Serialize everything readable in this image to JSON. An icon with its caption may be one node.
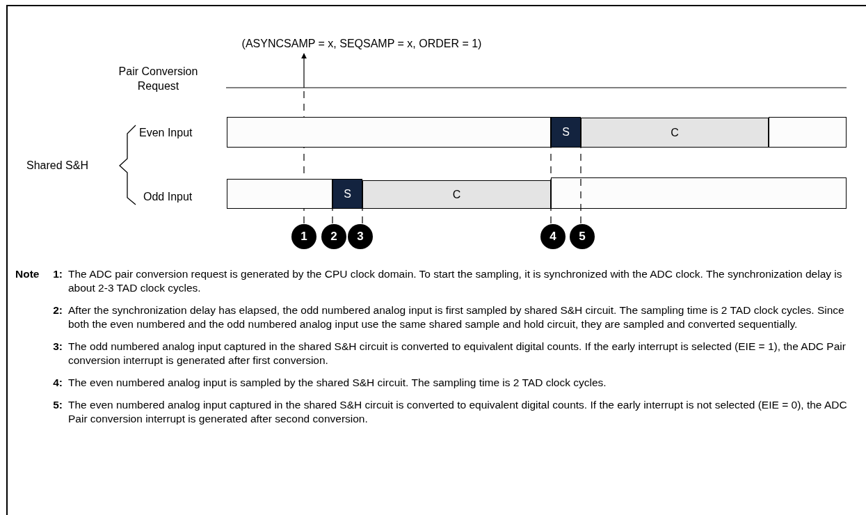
{
  "diagram": {
    "nodes": [
      {
        "text": [
          "(ASYNCSAMP = x, SEQSAMP = x, ORDER = 1)"
        ]
      },
      {
        "text": [
          "1"
        ]
      },
      {
        "text": [
          "2"
        ]
      },
      {
        "text": [
          "3"
        ]
      },
      {
        "text": [
          "4"
        ]
      },
      {
        "text": [
          "5"
        ]
      },
      {
        "text": [],
        "shape": "box"
      },
      {
        "text": [
          "S"
        ]
      },
      {
        "text": [
          "C"
        ]
      },
      {
        "text": [],
        "shape": "box"
      },
      {
        "text": [],
        "shape": "box"
      },
      {
        "text": [
          "S"
        ]
      },
      {
        "text": [
          "C"
        ]
      },
      {
        "text": [],
        "shape": "box"
      }
    ],
    "edges": [
      {
        "from": null,
        "to": 0,
        "arrow": "to"
      },
      {
        "from": 2,
        "to": 11,
        "arrow": "none",
        "style": "dashed"
      },
      {
        "from": 3,
        "to": 12,
        "arrow": "none",
        "style": "dashed"
      },
      {
        "from": 4,
        "to": 7,
        "arrow": "none",
        "style": "dashed"
      },
      {
        "from": 5,
        "to": 8,
        "arrow": "none",
        "style": "dashed"
      }
    ],
    "labels": [
      "Pair Conversion Request",
      "Even Input",
      "Shared S&H",
      "Odd Input",
      "Note",
      "1:",
      "The ADC pair conversion request is generated by the CPU clock domain. To start the sampling, it is synchronized with the ADC clock. The synchronization delay is about 2-3 TAD clock cycles.",
      "2:",
      "After the synchronization delay has elapsed, the odd numbered analog input is first sampled by shared S&H circuit. The sampling time is 2 TAD clock cycles. Since both the even numbered and the odd numbered analog input use the same shared sample and hold circuit, they are sampled and converted sequentially.",
      "3:",
      "The odd numbered analog input captured in the shared S&H circuit is converted to equivalent digital counts. If the early interrupt is selected (EIE = 1), the ADC Pair conversion interrupt is generated after first conversion.",
      "4:",
      "The even numbered analog input is sampled by the shared S&H circuit. The sampling time is 2 TAD clock cycles.",
      "5:",
      "The even numbered analog input captured in the shared S&H circuit is converted to equivalent digital counts. If the early interrupt is not selected (EIE = 0), the ADC Pair conversion interrupt is generated after second conversion."
    ]
  }
}
